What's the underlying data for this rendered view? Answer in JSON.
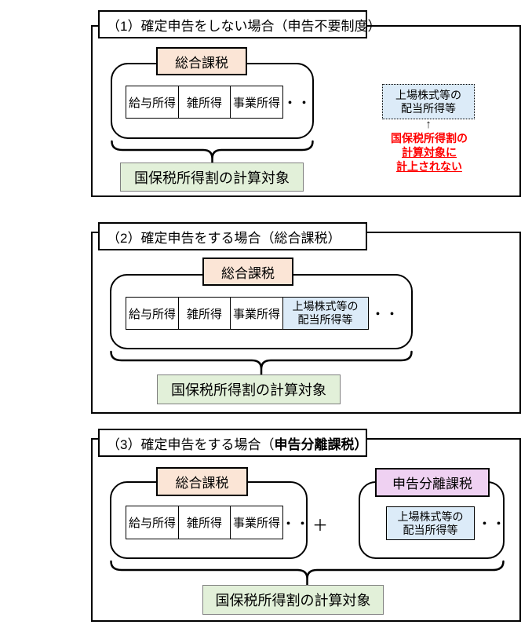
{
  "diagram": {
    "colors": {
      "aggregate_fill": "#FBE5D6",
      "separate_fill": "#EFD1F2",
      "dividend_fill": "#DCEBF8",
      "result_fill": "#E2F0D9",
      "note_red": "#FF0000"
    },
    "panels": [
      {
        "title": "（1）確定申告をしない場合（申告不要制度）",
        "aggregate_tax_label": "総合課税",
        "incomes": [
          "給与所得",
          "雑所得",
          "事業所得"
        ],
        "ellipsis": "・・",
        "result_label": "国保税所得割の計算対象",
        "dividend_box": {
          "line1": "上場株式等の",
          "line2": "配当所得等"
        },
        "arrow": "↑",
        "note_lines": [
          "国保税所得割の",
          "計算対象に",
          "計上されない"
        ]
      },
      {
        "title": "（2）確定申告をする場合（総合課税）",
        "aggregate_tax_label": "総合課税",
        "incomes": [
          "給与所得",
          "雑所得",
          "事業所得"
        ],
        "dividend_cell": {
          "line1": "上場株式等の",
          "line2": "配当所得等"
        },
        "ellipsis": "・・",
        "result_label": "国保税所得割の計算対象"
      },
      {
        "title_prefix": "（3）確定申告をする場合（",
        "title_bold": "申告分離課税）",
        "aggregate_tax_label": "総合課税",
        "separate_tax_label": "申告分離課税",
        "incomes": [
          "給与所得",
          "雑所得",
          "事業所得"
        ],
        "ellipsis": "・・",
        "plus": "＋",
        "dividend_box": {
          "line1": "上場株式等の",
          "line2": "配当所得等"
        },
        "result_label": "国保税所得割の計算対象"
      }
    ]
  }
}
